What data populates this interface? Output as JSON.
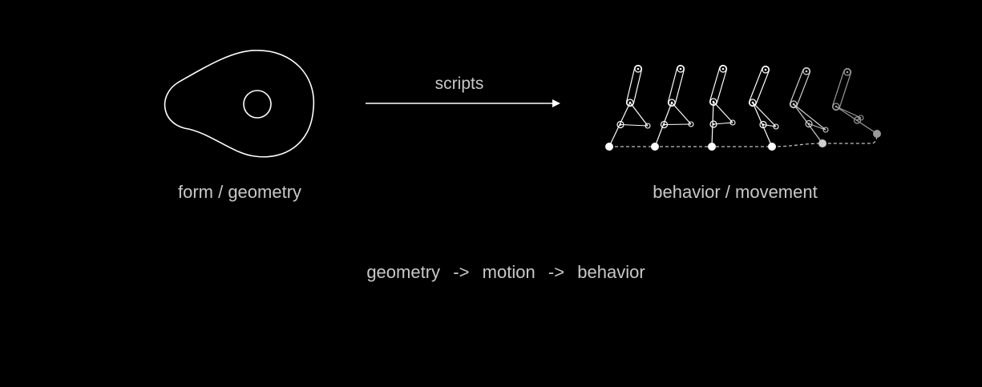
{
  "labels": {
    "form": "form / geometry",
    "behavior": "behavior / movement",
    "arrow": "scripts",
    "chain": "geometry  ->  motion  ->  behavior"
  },
  "colors": {
    "background": "#000000",
    "line": "#ffffff",
    "text": "#c8c8c8",
    "faded": "#9a9a9a"
  },
  "icons": {
    "cam": "cam-shape-icon",
    "arrow": "right-arrow-icon",
    "legs": "walking-leg-sequence-icon"
  },
  "leg_frames": 6
}
